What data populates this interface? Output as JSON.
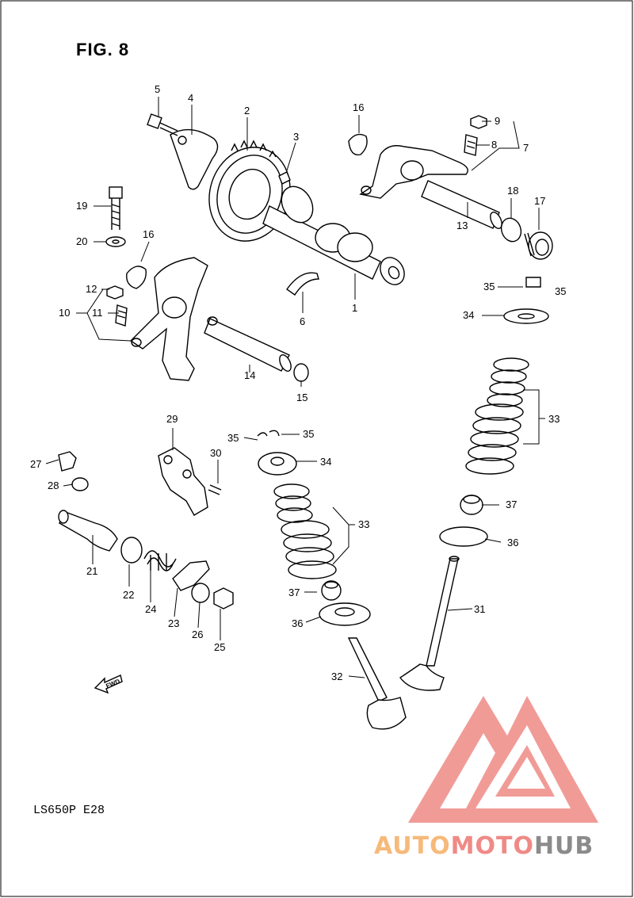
{
  "figure": {
    "title": "FIG. 8",
    "model": "LS650P  E28"
  },
  "watermark": {
    "brand_auto": "AUTO",
    "brand_moto": "MOTO",
    "brand_hub": "HUB",
    "colors": {
      "triangle": "#ef8a86",
      "auto": "#f7b97a",
      "hub": "#8b8b8b"
    }
  },
  "fwd_arrow": {
    "label": "FWD"
  },
  "callouts": {
    "c1": "1",
    "c2": "2",
    "c3": "3",
    "c4": "4",
    "c5": "5",
    "c6": "6",
    "c7": "7",
    "c8": "8",
    "c9": "9",
    "c10": "10",
    "c11": "11",
    "c12": "12",
    "c13": "13",
    "c14": "14",
    "c15": "15",
    "c16a": "16",
    "c16b": "16",
    "c17": "17",
    "c18": "18",
    "c19": "19",
    "c20": "20",
    "c21": "21",
    "c22": "22",
    "c23": "23",
    "c24": "24",
    "c25": "25",
    "c26": "26",
    "c27": "27",
    "c28": "28",
    "c29": "29",
    "c30": "30",
    "c31": "31",
    "c32": "32",
    "c33a": "33",
    "c33b": "33",
    "c34a": "34",
    "c34b": "34",
    "c35a": "35",
    "c35b": "35",
    "c35c": "35",
    "c35d": "35",
    "c36a": "36",
    "c36b": "36",
    "c37a": "37",
    "c37b": "37"
  }
}
